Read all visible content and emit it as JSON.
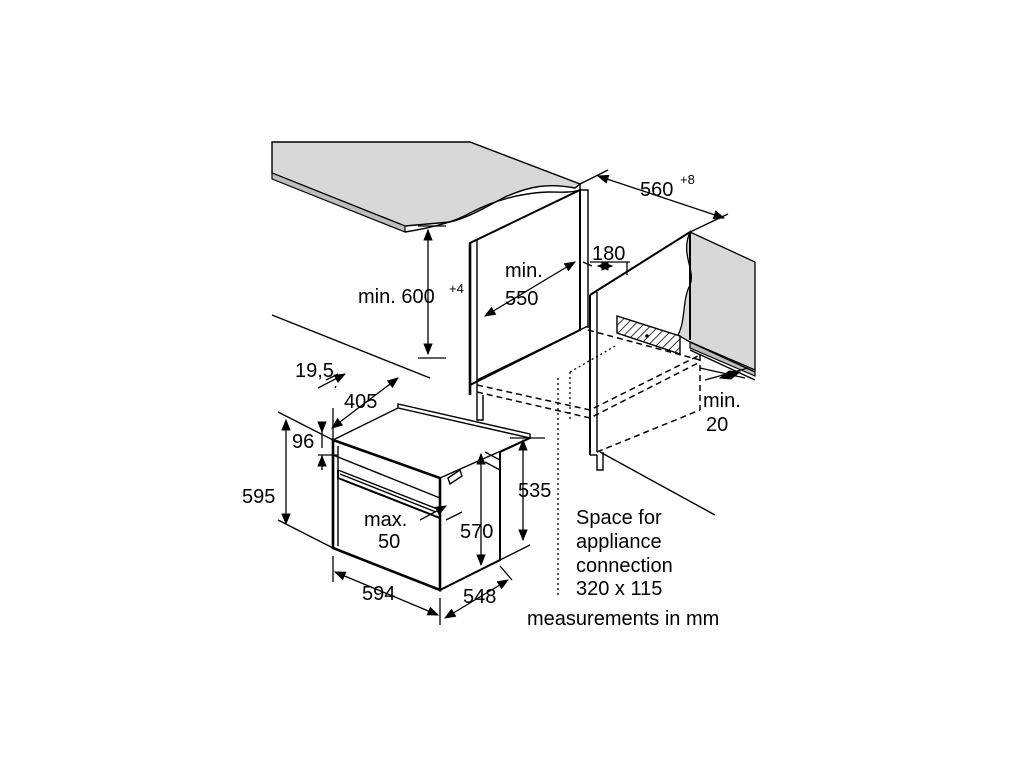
{
  "labels": {
    "width_560": "560",
    "width_560_tol": "+8",
    "dim_180": "180",
    "min_label_1": "min.",
    "depth_550": "550",
    "min_600": "min. 600",
    "min_600_tol": "+4",
    "min_label_2": "min.",
    "gap_20": "20",
    "dim_19_5": "19,5",
    "dim_405": "405",
    "dim_96": "96",
    "dim_595": "595",
    "dim_535": "535",
    "max_label": "max.",
    "max_50": "50",
    "dim_570": "570",
    "dim_594": "594",
    "dim_548": "548",
    "space_line1": "Space for",
    "space_line2": "appliance",
    "space_line3": "connection",
    "space_line4": "320 x 115",
    "units_note": "measurements in mm"
  },
  "colors": {
    "countertop_fill": "#d8d8d8",
    "line": "#000000",
    "background": "#ffffff"
  }
}
